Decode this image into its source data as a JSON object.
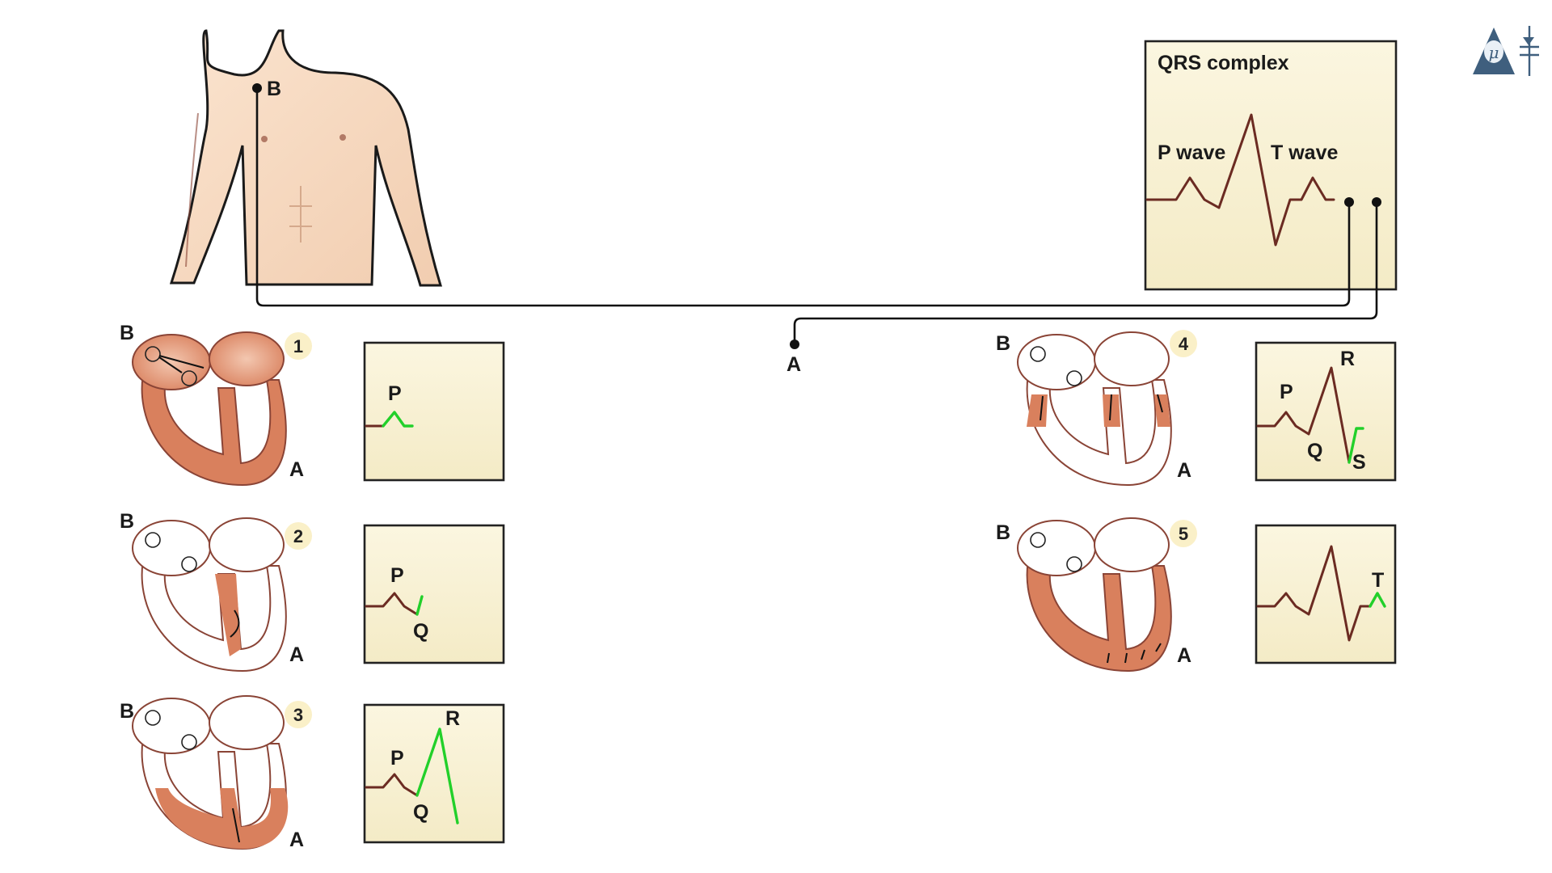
{
  "electrode_labels": {
    "a": "A",
    "b": "B"
  },
  "qrs_panel": {
    "title": "QRS complex",
    "p_label": "P wave",
    "t_label": "T wave"
  },
  "colors": {
    "skin": "#f7dcc2",
    "heart_fill": "#d9805d",
    "trace": "#6b2b22",
    "highlight": "#22d02a",
    "paper": "#f7f0cf",
    "badge": "#faf0c8"
  },
  "steps": [
    {
      "number": "1",
      "wave_labels": [
        "P"
      ]
    },
    {
      "number": "2",
      "wave_labels": [
        "P",
        "Q"
      ]
    },
    {
      "number": "3",
      "wave_labels": [
        "P",
        "Q",
        "R"
      ]
    },
    {
      "number": "4",
      "wave_labels": [
        "P",
        "Q",
        "R",
        "S"
      ]
    },
    {
      "number": "5",
      "wave_labels": [
        "T"
      ]
    }
  ],
  "logo": {
    "name": "brand-logo-icon"
  }
}
